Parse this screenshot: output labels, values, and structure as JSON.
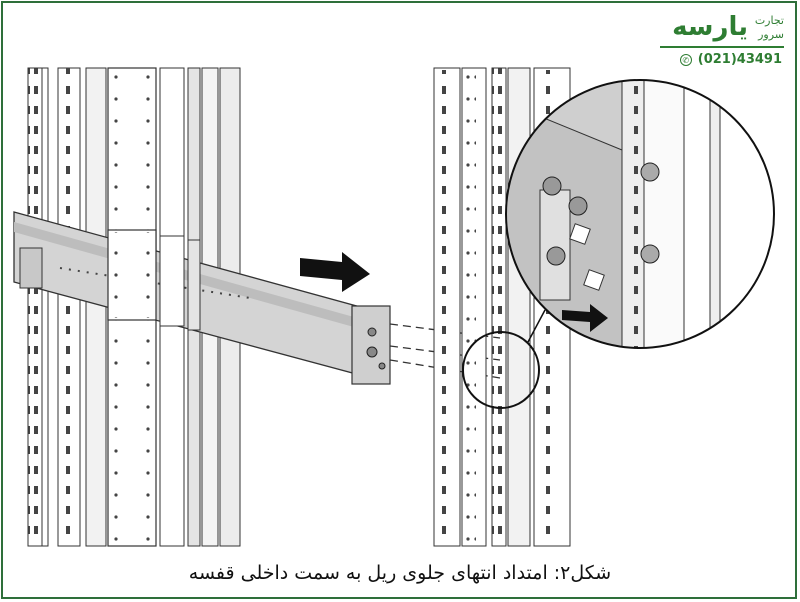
{
  "logo": {
    "brand": "یارسه",
    "tagline_top": "تجارت",
    "tagline_bottom": "سرور",
    "phone": "(021)43491",
    "phone_icon": "phone-icon",
    "accent_color": "#2e7d32"
  },
  "caption": "شکل۲: امتداد انتهای جلوی ریل به سمت داخلی قفسه",
  "colors": {
    "frame": "#2e6f3a",
    "line": "#333333",
    "rail_fill": "#d6d6d6"
  }
}
